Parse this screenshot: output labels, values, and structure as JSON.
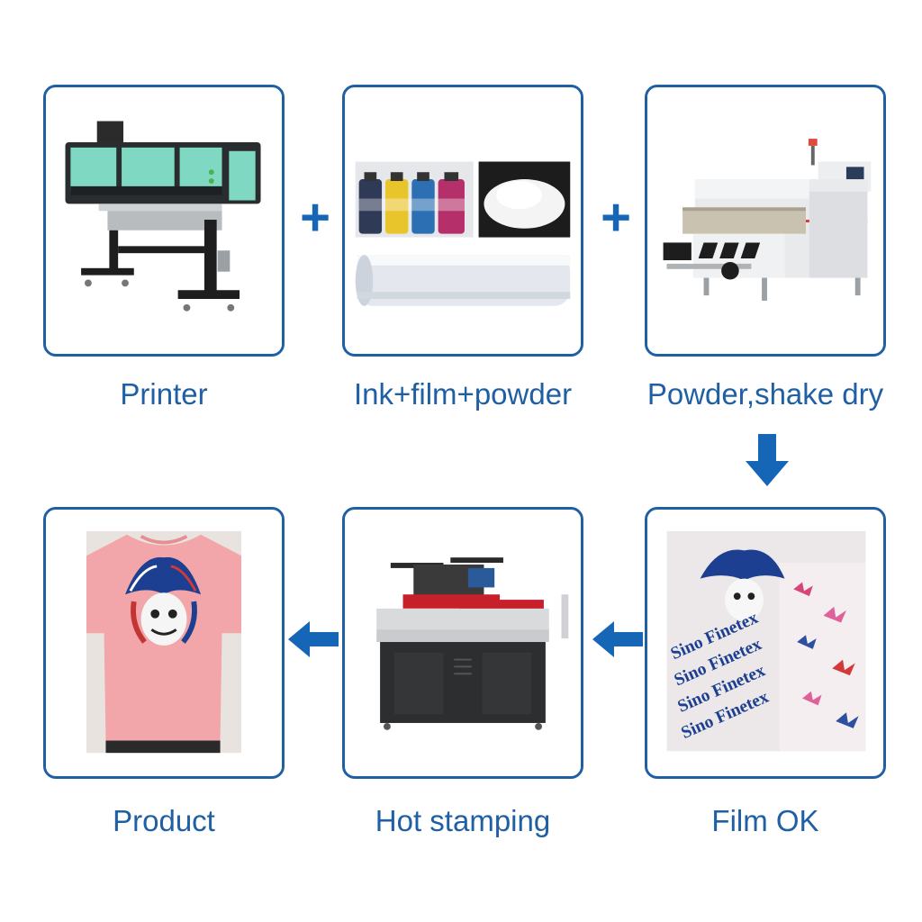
{
  "steps": [
    {
      "id": "printer",
      "label": "Printer",
      "icon": "dtf-printer-icon"
    },
    {
      "id": "supplies",
      "label": "Ink+film+powder",
      "icon": "ink-film-powder-icon"
    },
    {
      "id": "shaker",
      "label": "Powder,shake dry",
      "icon": "powder-shaker-icon"
    },
    {
      "id": "film",
      "label": "Film OK",
      "icon": "printed-film-icon"
    },
    {
      "id": "stamping",
      "label": "Hot stamping",
      "icon": "heat-press-icon"
    },
    {
      "id": "product",
      "label": "Product",
      "icon": "tshirt-icon"
    }
  ],
  "film_print_text": "Sino Finetex",
  "connectors": {
    "plus_symbol": "+",
    "arrow_color": "#1666b7"
  },
  "colors": {
    "frame": "#1f5fa3",
    "caption": "#1f5fa3",
    "accent": "#1666b7",
    "printer_green": "#7fd8c2",
    "tshirt_pink": "#f2a6a9",
    "press_red": "#c8202a"
  }
}
